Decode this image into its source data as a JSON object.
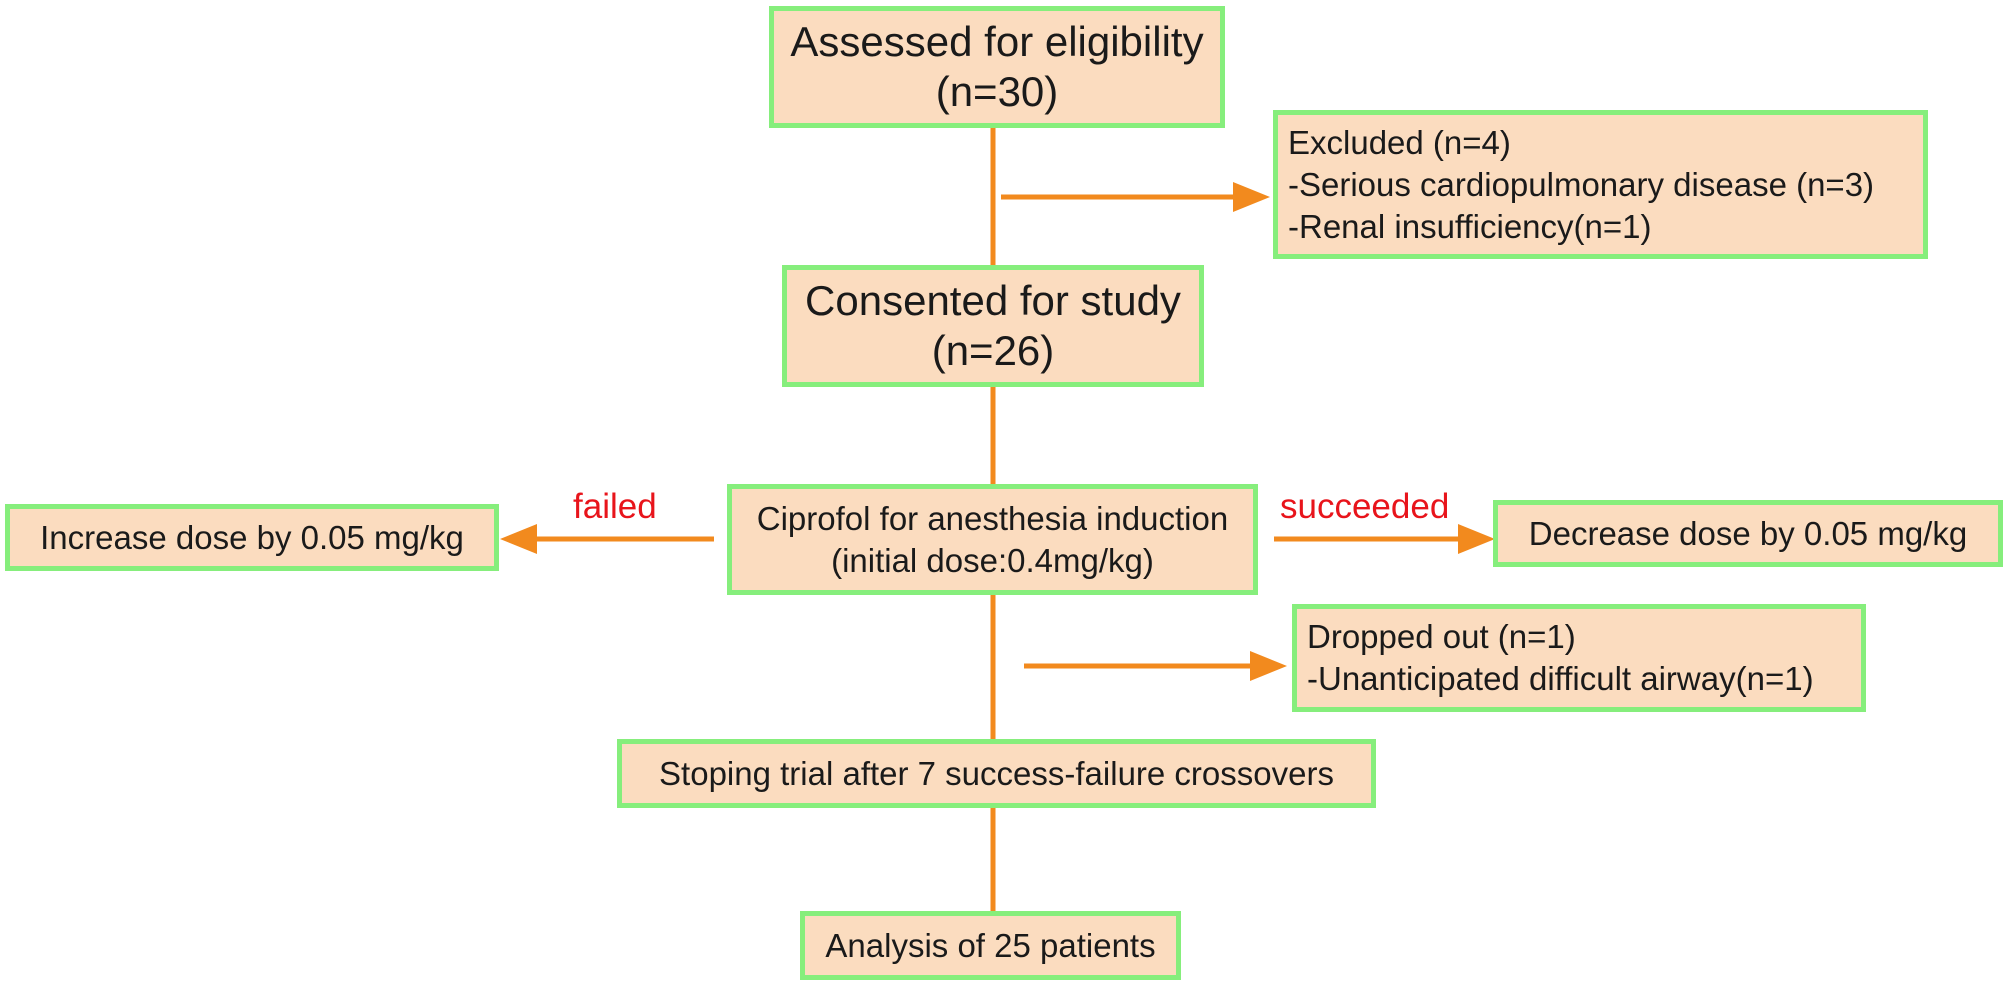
{
  "colors": {
    "box_fill": "#fbdcbf",
    "box_border": "#86ee7c",
    "connector": "#f28a1e",
    "label_text": "#e8141b"
  },
  "nodes": {
    "assessed": {
      "title": "Assessed for eligibility",
      "count": "(n=30)"
    },
    "excluded": {
      "lines": [
        "Excluded (n=4)",
        "-Serious cardiopulmonary disease (n=3)",
        "-Renal insufficiency(n=1)"
      ]
    },
    "consented": {
      "title": "Consented for study",
      "count": "(n=26)"
    },
    "ciprofol": {
      "lines": [
        "Ciprofol for anesthesia induction",
        "(initial dose:0.4mg/kg)"
      ]
    },
    "increase": {
      "text": "Increase dose by 0.05 mg/kg"
    },
    "decrease": {
      "text": "Decrease dose by 0.05 mg/kg"
    },
    "dropped": {
      "lines": [
        "Dropped out (n=1)",
        "-Unanticipated difficult airway(n=1)"
      ]
    },
    "stopping": {
      "text": "Stoping trial after 7 success-failure crossovers"
    },
    "analysis": {
      "text": "Analysis of 25 patients"
    }
  },
  "edge_labels": {
    "failed": "failed",
    "succeeded": "succeeded"
  }
}
